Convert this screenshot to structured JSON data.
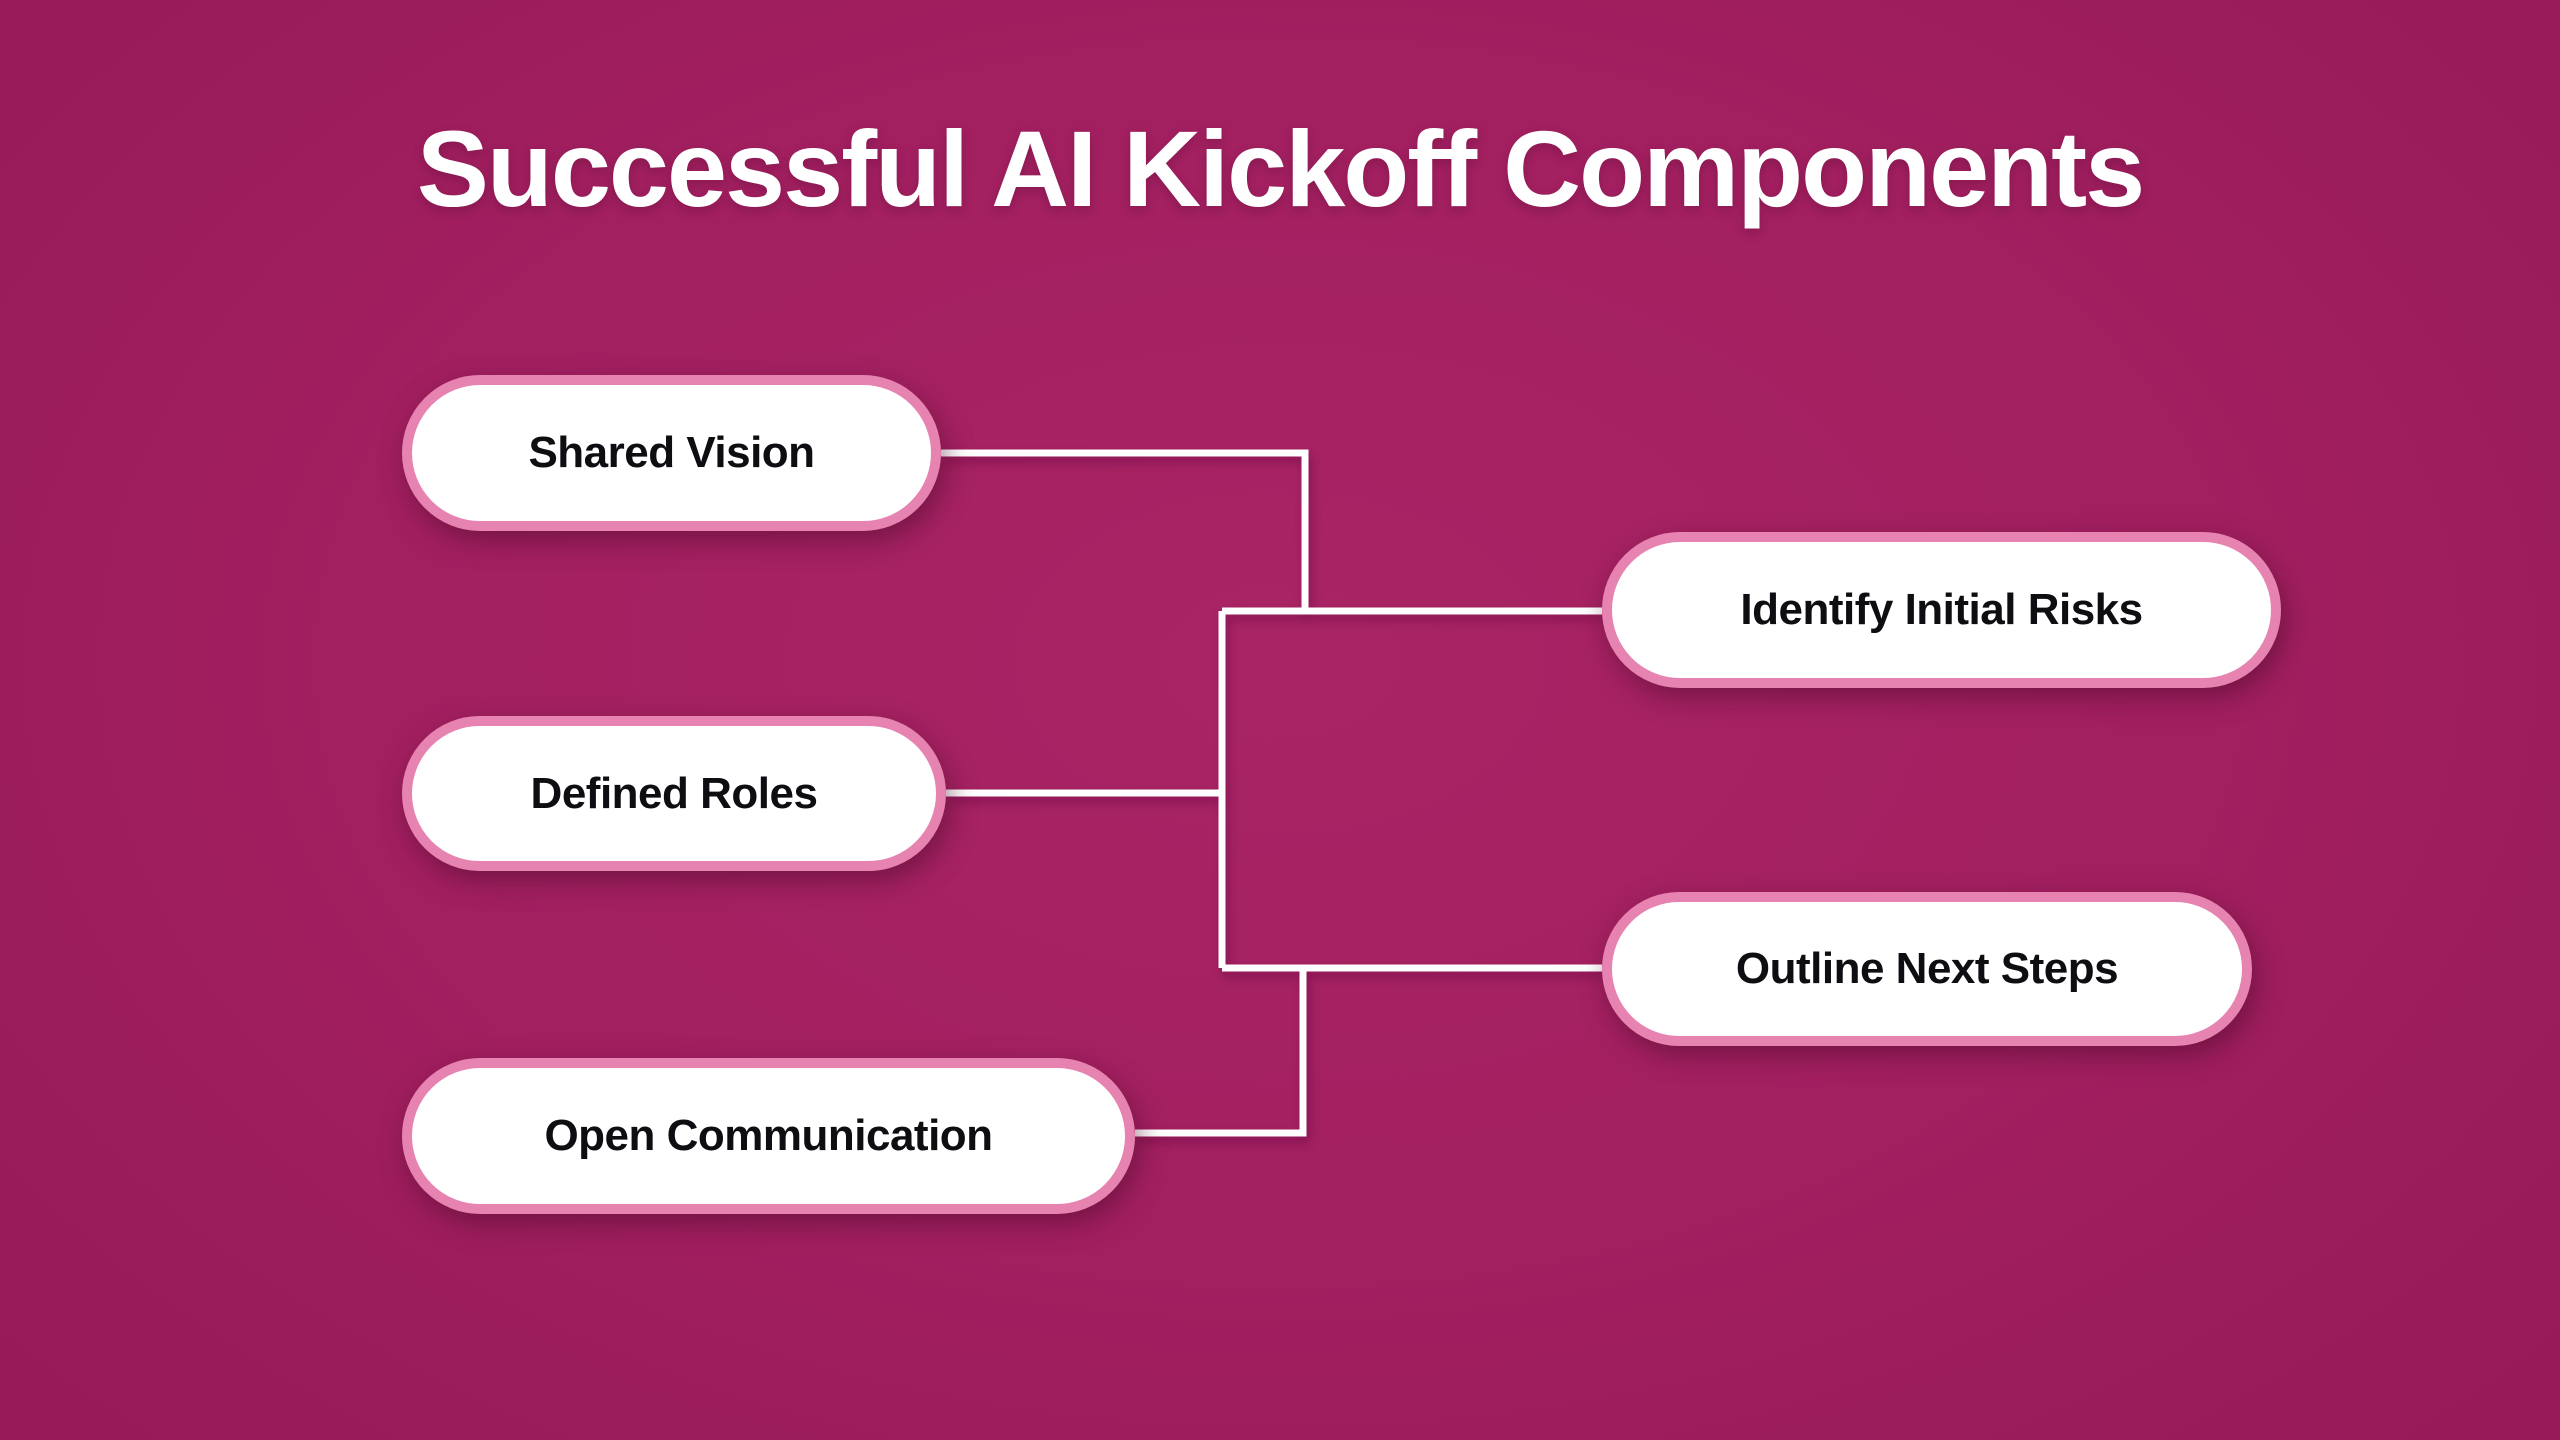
{
  "title": "Successful AI Kickoff Components",
  "theme": {
    "background_center": "#a92465",
    "background_edge": "#961b58",
    "node_fill": "#ffffff",
    "node_border": "#e783b1",
    "node_text_color": "#0d0d12",
    "connector_color": "#ffffff",
    "title_color": "#ffffff"
  },
  "diagram": {
    "left_nodes": [
      {
        "id": "shared-vision",
        "label": "Shared Vision"
      },
      {
        "id": "defined-roles",
        "label": "Defined Roles"
      },
      {
        "id": "open-communication",
        "label": "Open Communication"
      }
    ],
    "right_nodes": [
      {
        "id": "identify-initial-risks",
        "label": "Identify Initial Risks"
      },
      {
        "id": "outline-next-steps",
        "label": "Outline Next Steps"
      }
    ]
  }
}
